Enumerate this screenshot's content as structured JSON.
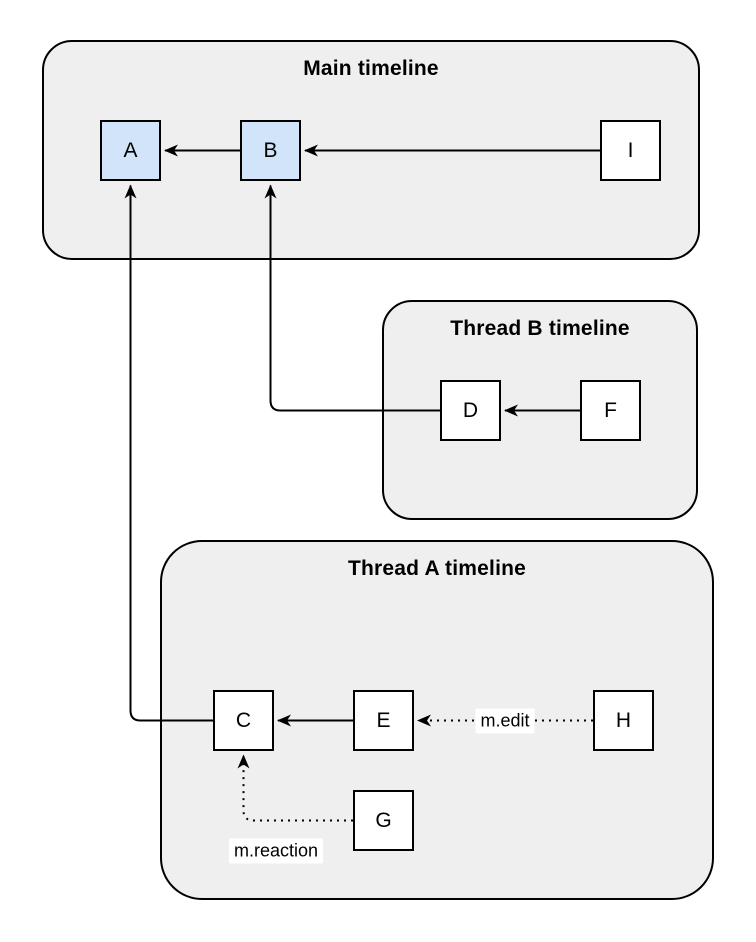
{
  "diagram": {
    "type": "event-graph",
    "colors": {
      "container_fill": "#efefef",
      "node_fill": "#ffffff",
      "highlight_fill": "#d2e4fa",
      "border": "#000000",
      "label_background": "#ffffff",
      "text": "#000000"
    },
    "containers": {
      "main": {
        "title": "Main timeline",
        "nodes": [
          "A",
          "B",
          "I"
        ]
      },
      "thread_b": {
        "title": "Thread B timeline",
        "nodes": [
          "D",
          "F"
        ]
      },
      "thread_a": {
        "title": "Thread A timeline",
        "nodes": [
          "C",
          "E",
          "G",
          "H"
        ]
      }
    },
    "nodes": {
      "A": {
        "label": "A",
        "highlighted": true
      },
      "B": {
        "label": "B",
        "highlighted": true
      },
      "C": {
        "label": "C",
        "highlighted": false
      },
      "D": {
        "label": "D",
        "highlighted": false
      },
      "E": {
        "label": "E",
        "highlighted": false
      },
      "F": {
        "label": "F",
        "highlighted": false
      },
      "G": {
        "label": "G",
        "highlighted": false
      },
      "H": {
        "label": "H",
        "highlighted": false
      },
      "I": {
        "label": "I",
        "highlighted": false
      }
    },
    "edges": [
      {
        "source": "B",
        "target": "A",
        "style": "solid",
        "label": ""
      },
      {
        "source": "I",
        "target": "B",
        "style": "solid",
        "label": ""
      },
      {
        "source": "F",
        "target": "D",
        "style": "solid",
        "label": ""
      },
      {
        "source": "D",
        "target": "B",
        "style": "solid",
        "label": ""
      },
      {
        "source": "E",
        "target": "C",
        "style": "solid",
        "label": ""
      },
      {
        "source": "C",
        "target": "A",
        "style": "solid",
        "label": ""
      },
      {
        "source": "H",
        "target": "E",
        "style": "dotted",
        "label": "m.edit"
      },
      {
        "source": "G",
        "target": "C",
        "style": "dotted",
        "label": "m.reaction"
      }
    ],
    "edge_labels": {
      "edit": "m.edit",
      "reaction": "m.reaction"
    }
  }
}
